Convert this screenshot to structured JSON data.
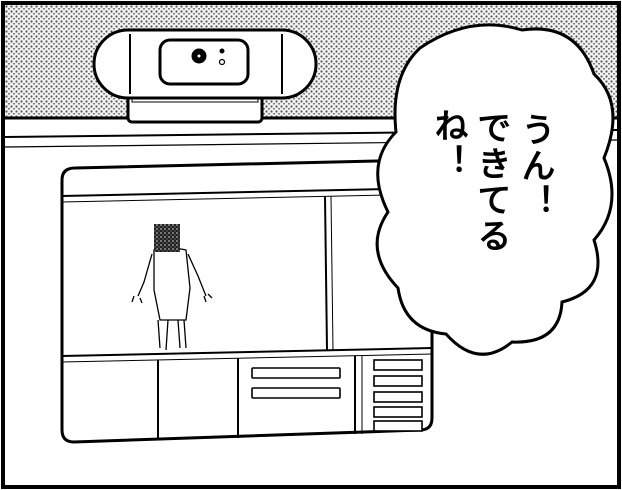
{
  "speech_bubble": {
    "columns": [
      "うん！",
      "できてる",
      "ね！"
    ]
  },
  "colors": {
    "ink": "#000000",
    "paper": "#ffffff",
    "tone": "#8c8c8c"
  },
  "icons": {
    "webcam": "webcam-icon",
    "monitor": "monitor-screen-icon",
    "figure": "person-figure-icon"
  }
}
